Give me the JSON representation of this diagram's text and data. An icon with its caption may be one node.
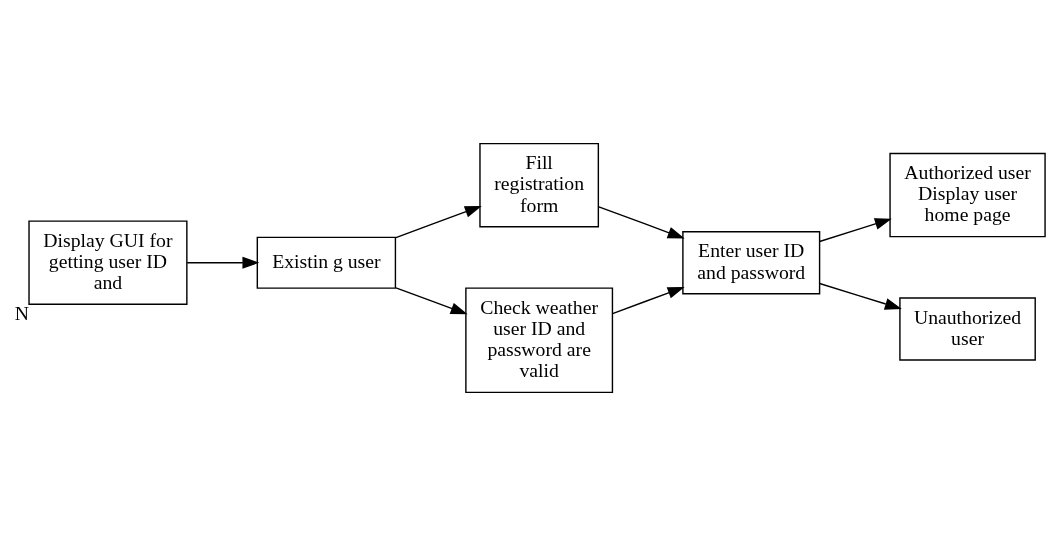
{
  "diagram": {
    "nodes": [
      {
        "text": [
          "Display GUI for getting user ID and"
        ],
        "beside": [
          "N"
        ]
      },
      {
        "text": [
          "Existin g user"
        ]
      },
      {
        "text": [
          "Fill registration form"
        ]
      },
      {
        "text": [
          "Check weather user ID and password are valid"
        ]
      },
      {
        "text": [
          "Enter user ID and password"
        ]
      },
      {
        "text": [
          "Authorized user Display user home page"
        ]
      },
      {
        "text": [
          "Unauthorized user"
        ]
      }
    ],
    "edges": [
      {
        "from": 0,
        "to": 1,
        "arrow": "to"
      },
      {
        "from": 1,
        "to": 2,
        "arrow": "to"
      },
      {
        "from": 1,
        "to": 3,
        "arrow": "to"
      },
      {
        "from": 2,
        "to": 4,
        "arrow": "to"
      },
      {
        "from": 3,
        "to": 4,
        "arrow": "to"
      },
      {
        "from": 4,
        "to": 5,
        "arrow": "to"
      },
      {
        "from": 4,
        "to": 6,
        "arrow": "to"
      }
    ]
  }
}
